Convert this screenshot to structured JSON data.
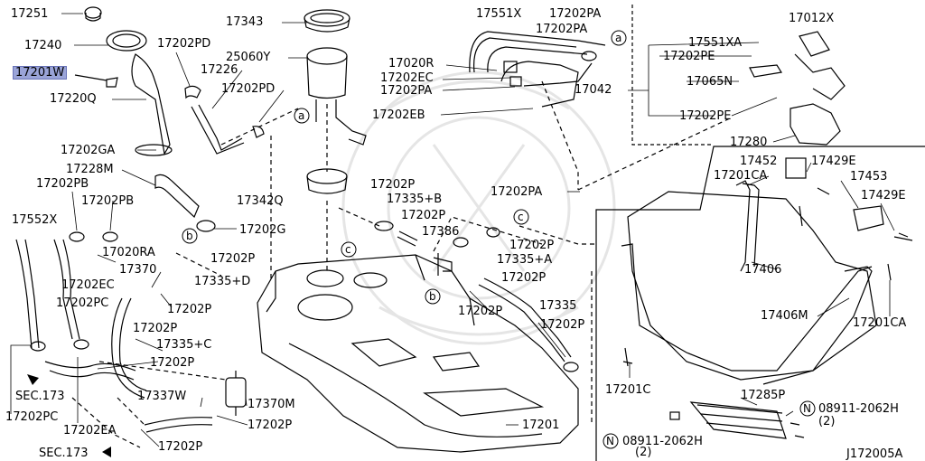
{
  "diagram_id": "J172005A",
  "highlight_color": "#9aa4d8",
  "labels": {
    "l17251": "17251",
    "l17240": "17240",
    "l17201W": "17201W",
    "l17220Q": "17220Q",
    "l17202PD_a": "17202PD",
    "l17226": "17226",
    "l17202PD_b": "17202PD",
    "l17343": "17343",
    "l25060Y": "25060Y",
    "l17551X": "17551X",
    "l17202PA_a": "17202PA",
    "l17202PA_b": "17202PA",
    "l17012X": "17012X",
    "l17020R": "17020R",
    "l17202EC_a": "17202EC",
    "l17202PA_c": "17202PA",
    "l17202EB": "17202EB",
    "l17551XA": "17551XA",
    "l17202PE_a": "17202PE",
    "l17042": "17042",
    "l17065N": "17065N",
    "l17202PE_b": "17202PE",
    "l17280": "17280",
    "l17202GA": "17202GA",
    "l17228M": "17228M",
    "l17202PB_a": "17202PB",
    "l17202PB_b": "17202PB",
    "l17342Q": "17342Q",
    "l17202P_a": "17202P",
    "l17335B": "17335+B",
    "l17202P_b": "17202P",
    "l17202PA_d": "17202PA",
    "l17452": "17452",
    "l17429E_a": "17429E",
    "l17201CA_a": "17201CA",
    "l17453": "17453",
    "l17429E_b": "17429E",
    "l17552X": "17552X",
    "l17202G": "17202G",
    "l17386": "17386",
    "l17202P_c": "17202P",
    "l17020RA": "17020RA",
    "l17202P_d": "17202P",
    "l17335A": "17335+A",
    "l17370": "17370",
    "l17335D": "17335+D",
    "l17202P_e": "17202P",
    "l17406": "17406",
    "l17202EC_b": "17202EC",
    "l17202PC_a": "17202PC",
    "l17202P_f": "17202P",
    "l17202P_g": "17202P",
    "l17335": "17335",
    "l17406M": "17406M",
    "l17201CA_b": "17201CA",
    "l17335C": "17335+C",
    "l17202P_h": "17202P",
    "l17202P_i": "17202P",
    "l17202P_j": "17202P",
    "lSEC173_a": "SEC.173",
    "l17337W": "17337W",
    "l17370M": "17370M",
    "l17201C": "17201C",
    "l17285P": "17285P",
    "l08911_a": "08911-2062H",
    "l2_a": "(2)",
    "l17202PC_b": "17202PC",
    "l17202EA": "17202EA",
    "l17202P_k": "17202P",
    "l17201": "17201",
    "l08911_b": "08911-2062H",
    "l2_b": "(2)",
    "lSEC173_b": "SEC.173",
    "lJ172005A": "J172005A",
    "ca": "a",
    "cb": "b",
    "cc": "c",
    "cN": "N"
  }
}
